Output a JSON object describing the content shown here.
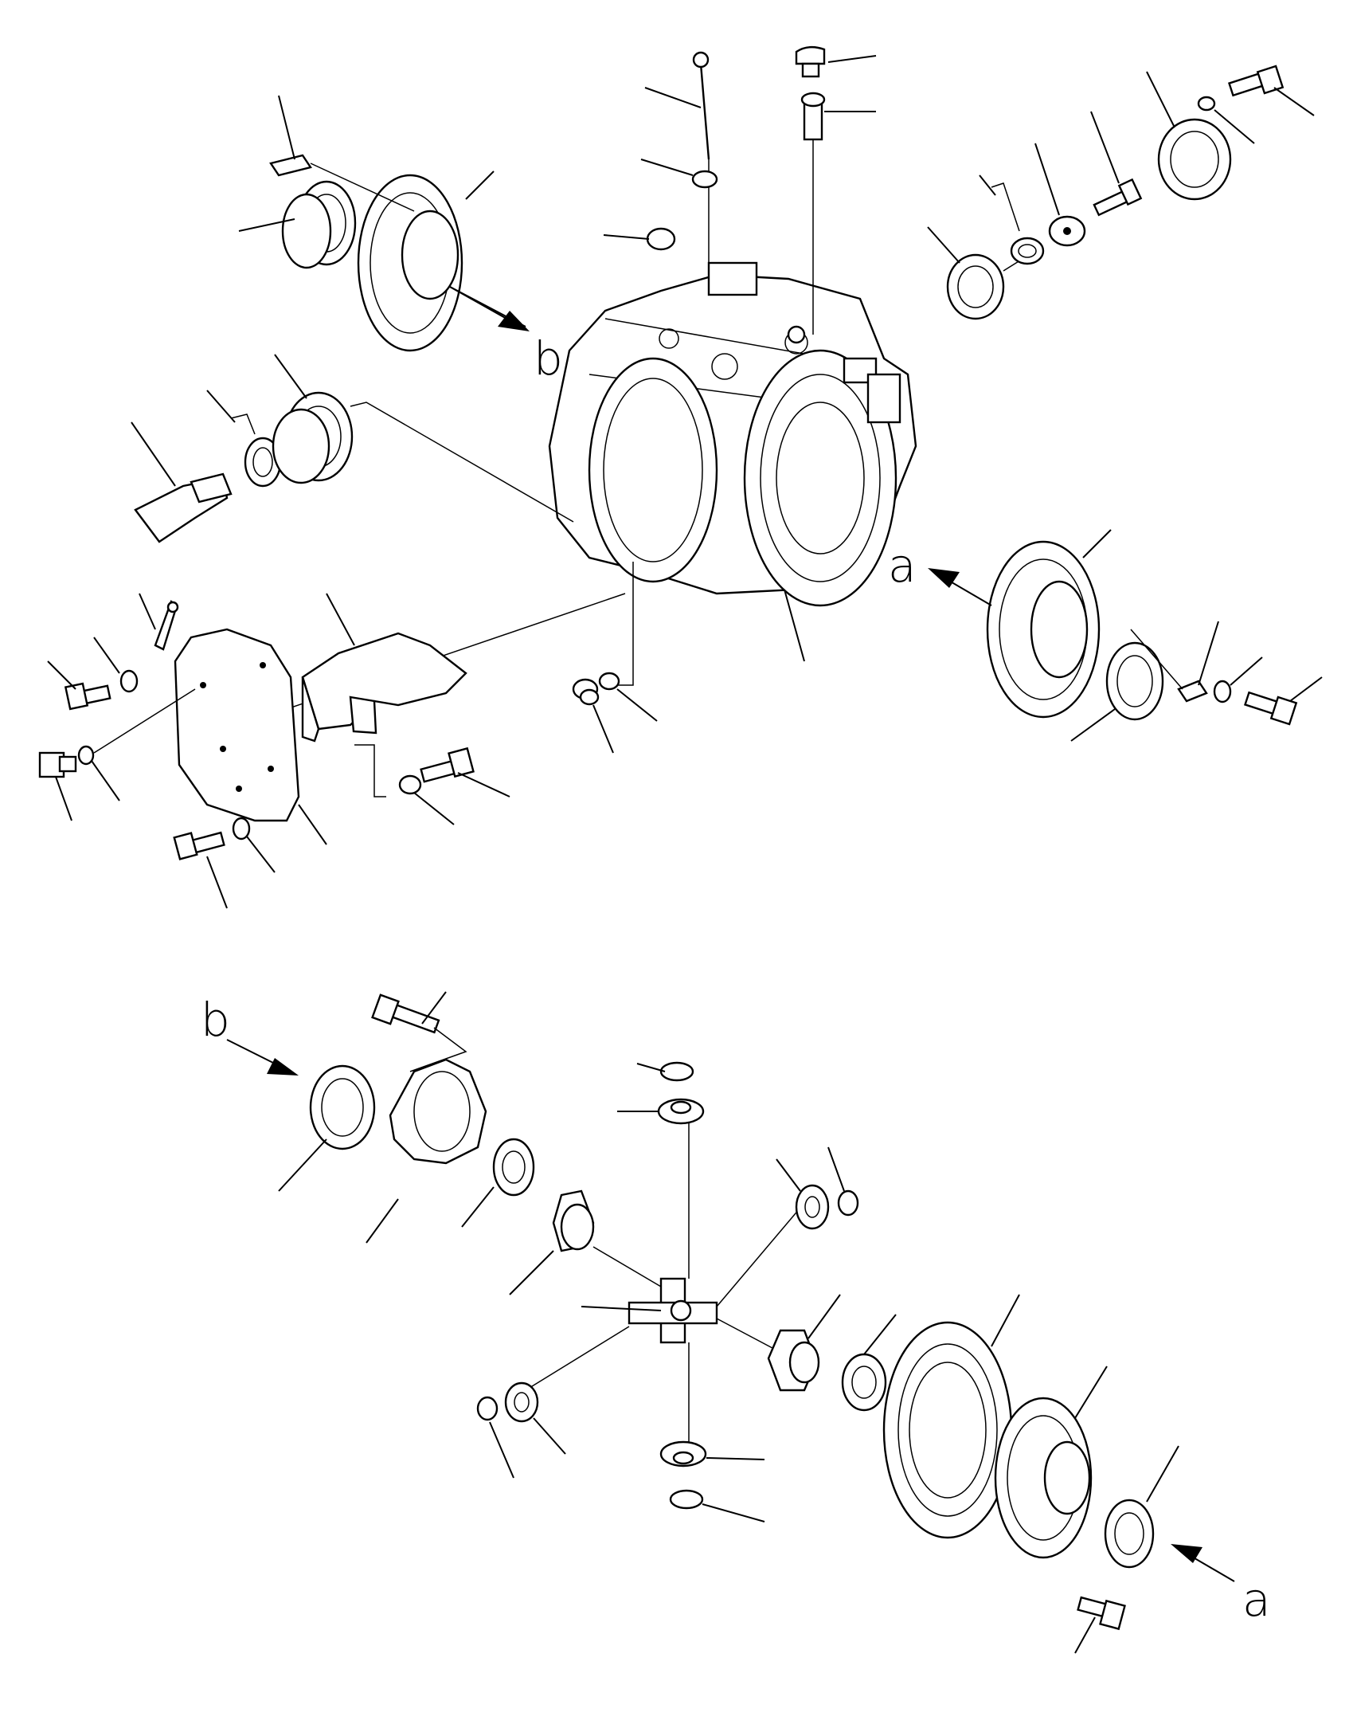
{
  "ref_labels": {
    "b_top": "b",
    "a_mid": "a",
    "b_bottom": "b",
    "a_bottom": "a"
  },
  "colors": {
    "line": "#000000",
    "background": "#ffffff"
  }
}
